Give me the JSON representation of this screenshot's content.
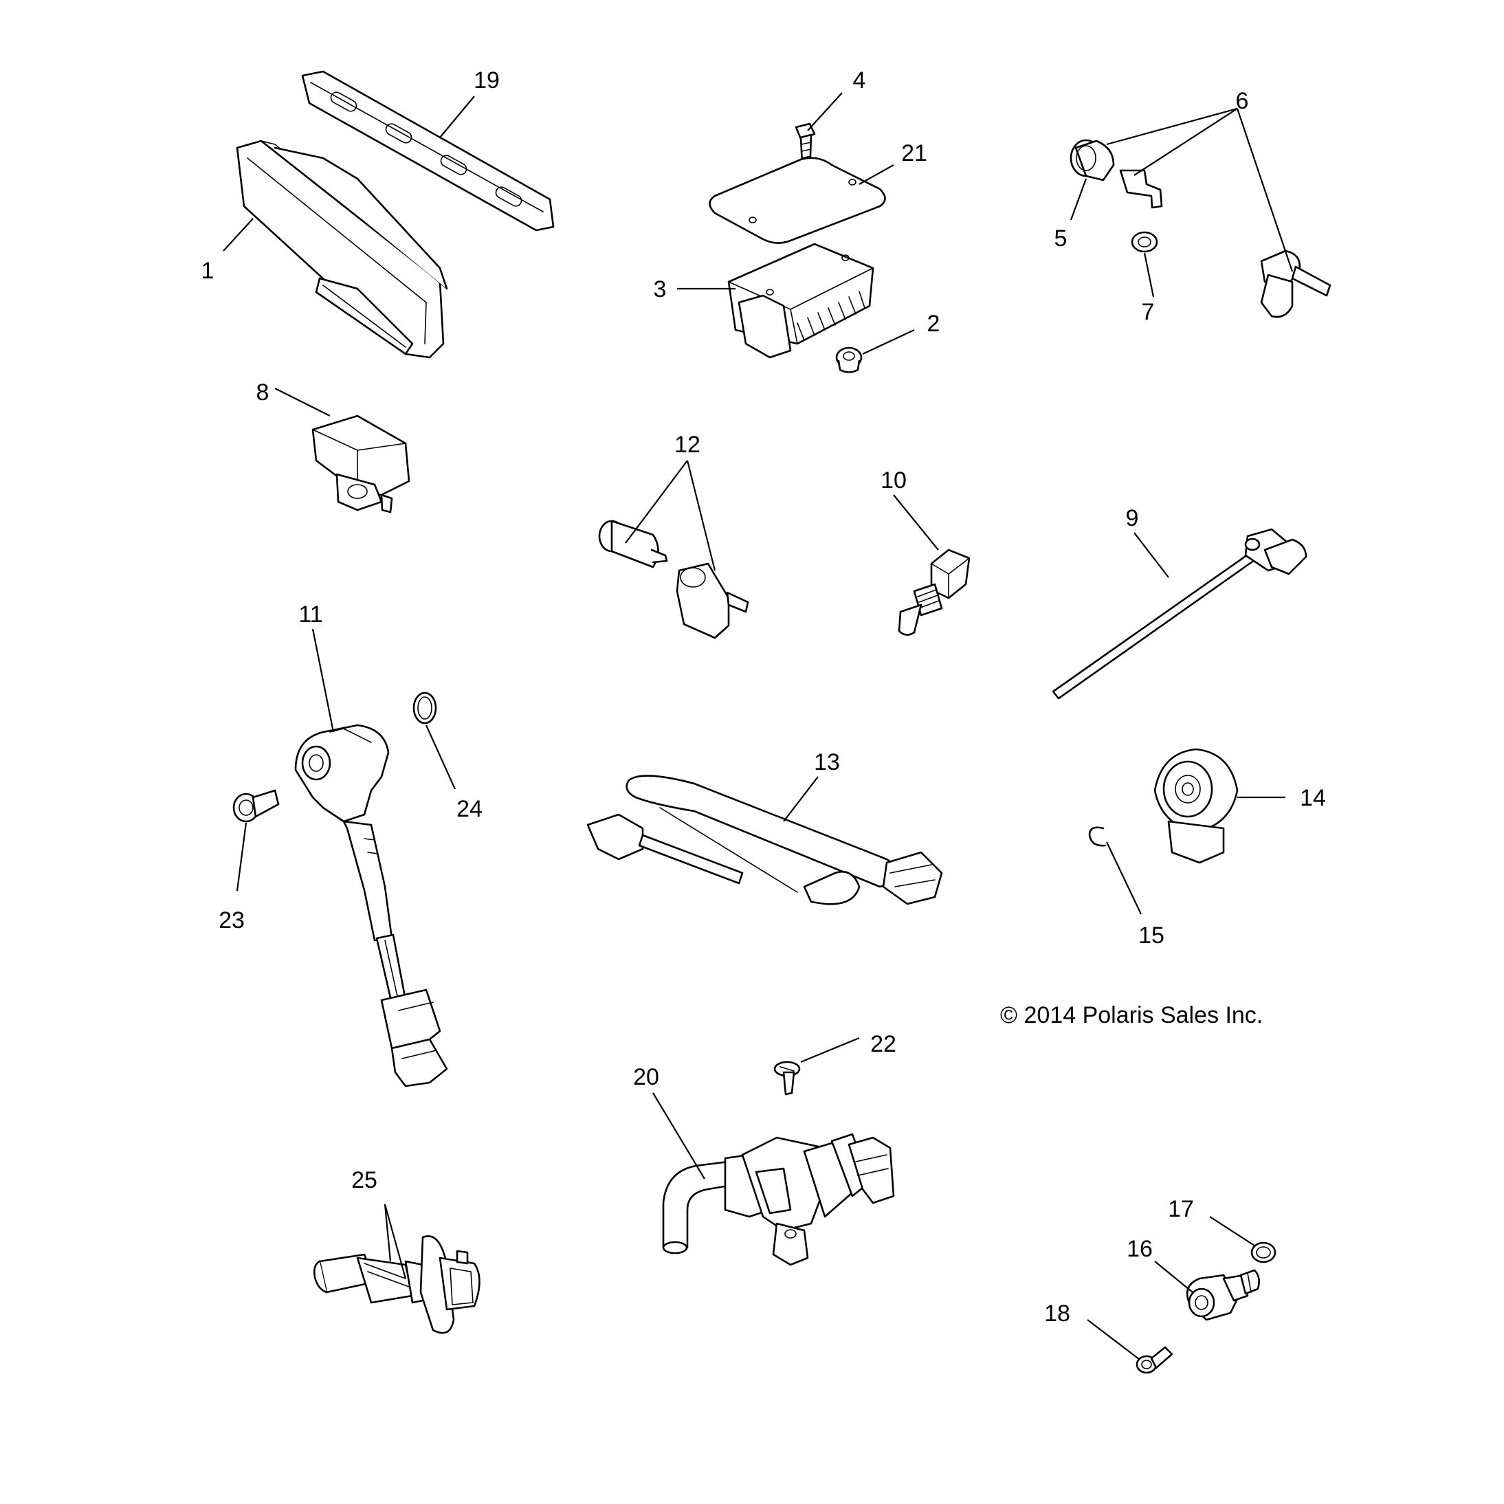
{
  "diagram": {
    "copyright": "© 2014 Polaris Sales Inc.",
    "callouts": [
      {
        "id": "1",
        "label": "1"
      },
      {
        "id": "2",
        "label": "2"
      },
      {
        "id": "3",
        "label": "3"
      },
      {
        "id": "4",
        "label": "4"
      },
      {
        "id": "5",
        "label": "5"
      },
      {
        "id": "6",
        "label": "6"
      },
      {
        "id": "7",
        "label": "7"
      },
      {
        "id": "8",
        "label": "8"
      },
      {
        "id": "9",
        "label": "9"
      },
      {
        "id": "10",
        "label": "10"
      },
      {
        "id": "11",
        "label": "11"
      },
      {
        "id": "12",
        "label": "12"
      },
      {
        "id": "13",
        "label": "13"
      },
      {
        "id": "14",
        "label": "14"
      },
      {
        "id": "15",
        "label": "15"
      },
      {
        "id": "16",
        "label": "16"
      },
      {
        "id": "17",
        "label": "17"
      },
      {
        "id": "18",
        "label": "18"
      },
      {
        "id": "19",
        "label": "19"
      },
      {
        "id": "20",
        "label": "20"
      },
      {
        "id": "21",
        "label": "21"
      },
      {
        "id": "22",
        "label": "22"
      },
      {
        "id": "23",
        "label": "23"
      },
      {
        "id": "24",
        "label": "24"
      },
      {
        "id": "25",
        "label": "25"
      }
    ]
  }
}
